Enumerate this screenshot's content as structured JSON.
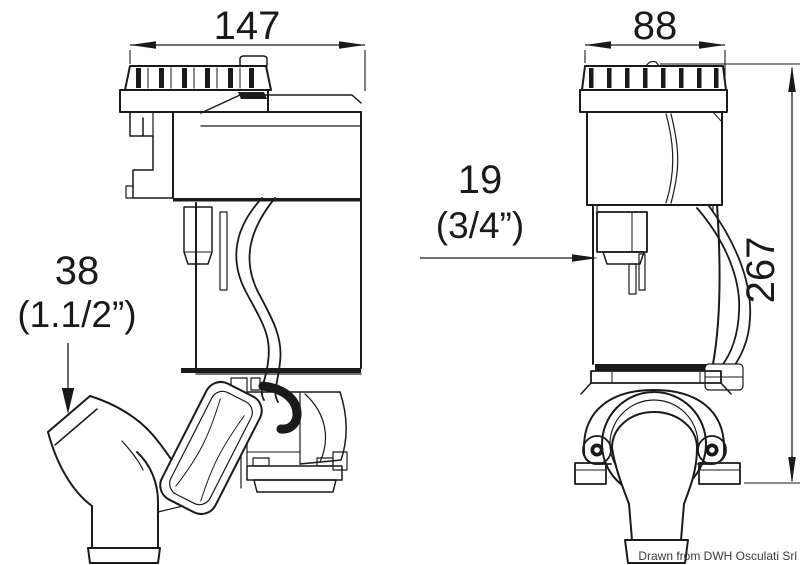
{
  "title": "Macerator pump technical drawing, two views",
  "colors": {
    "background": "#ffffff",
    "line": "#1a1a1a",
    "watermark_text": "#3a3a3a"
  },
  "dimensions": {
    "side_width": {
      "label": "147"
    },
    "front_width": {
      "label": "88"
    },
    "inlet": {
      "mm": "38",
      "inches": "(1.1/2”)"
    },
    "outlet": {
      "mm": "19",
      "inches": "(3/4”)"
    },
    "height": {
      "label": "267"
    }
  },
  "watermark": {
    "credit": "Drawn from DWH Osculati Srl"
  }
}
